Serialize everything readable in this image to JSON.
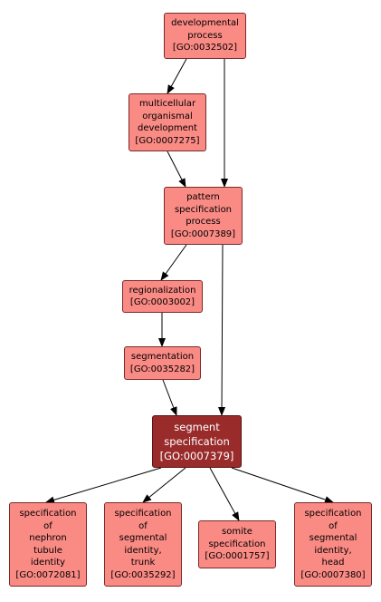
{
  "graph": {
    "nodes": [
      {
        "id": "developmental-process",
        "lines": [
          "developmental",
          "process",
          "[GO:0032502]"
        ],
        "focus": false
      },
      {
        "id": "multicellular-organismal-development",
        "lines": [
          "multicellular",
          "organismal",
          "development",
          "[GO:0007275]"
        ],
        "focus": false
      },
      {
        "id": "pattern-specification-process",
        "lines": [
          "pattern",
          "specification",
          "process",
          "[GO:0007389]"
        ],
        "focus": false
      },
      {
        "id": "regionalization",
        "lines": [
          "regionalization",
          "[GO:0003002]"
        ],
        "focus": false
      },
      {
        "id": "segmentation",
        "lines": [
          "segmentation",
          "[GO:0035282]"
        ],
        "focus": false
      },
      {
        "id": "segment-specification",
        "lines": [
          "segment",
          "specification",
          "[GO:0007379]"
        ],
        "focus": true
      },
      {
        "id": "specification-of-nephron-tubule-identity",
        "lines": [
          "specification",
          "of",
          "nephron",
          "tubule",
          "identity",
          "[GO:0072081]"
        ],
        "focus": false
      },
      {
        "id": "specification-of-segmental-identity-trunk",
        "lines": [
          "specification",
          "of",
          "segmental",
          "identity,",
          "trunk",
          "[GO:0035292]"
        ],
        "focus": false
      },
      {
        "id": "somite-specification",
        "lines": [
          "somite",
          "specification",
          "[GO:0001757]"
        ],
        "focus": false
      },
      {
        "id": "specification-of-segmental-identity-head",
        "lines": [
          "specification",
          "of",
          "segmental",
          "identity,",
          "head",
          "[GO:0007380]"
        ],
        "focus": false
      }
    ],
    "edges": [
      {
        "from": "developmental-process",
        "to": "multicellular-organismal-development"
      },
      {
        "from": "developmental-process",
        "to": "pattern-specification-process"
      },
      {
        "from": "multicellular-organismal-development",
        "to": "pattern-specification-process"
      },
      {
        "from": "pattern-specification-process",
        "to": "regionalization"
      },
      {
        "from": "pattern-specification-process",
        "to": "segment-specification"
      },
      {
        "from": "regionalization",
        "to": "segmentation"
      },
      {
        "from": "segmentation",
        "to": "segment-specification"
      },
      {
        "from": "segment-specification",
        "to": "specification-of-nephron-tubule-identity"
      },
      {
        "from": "segment-specification",
        "to": "specification-of-segmental-identity-trunk"
      },
      {
        "from": "segment-specification",
        "to": "somite-specification"
      },
      {
        "from": "segment-specification",
        "to": "specification-of-segmental-identity-head"
      }
    ]
  },
  "colors": {
    "node_fill": "#fa8a84",
    "node_border": "#7a2a2a",
    "focus_fill": "#992b2b",
    "focus_text": "#ffffff",
    "edge": "#000000"
  }
}
